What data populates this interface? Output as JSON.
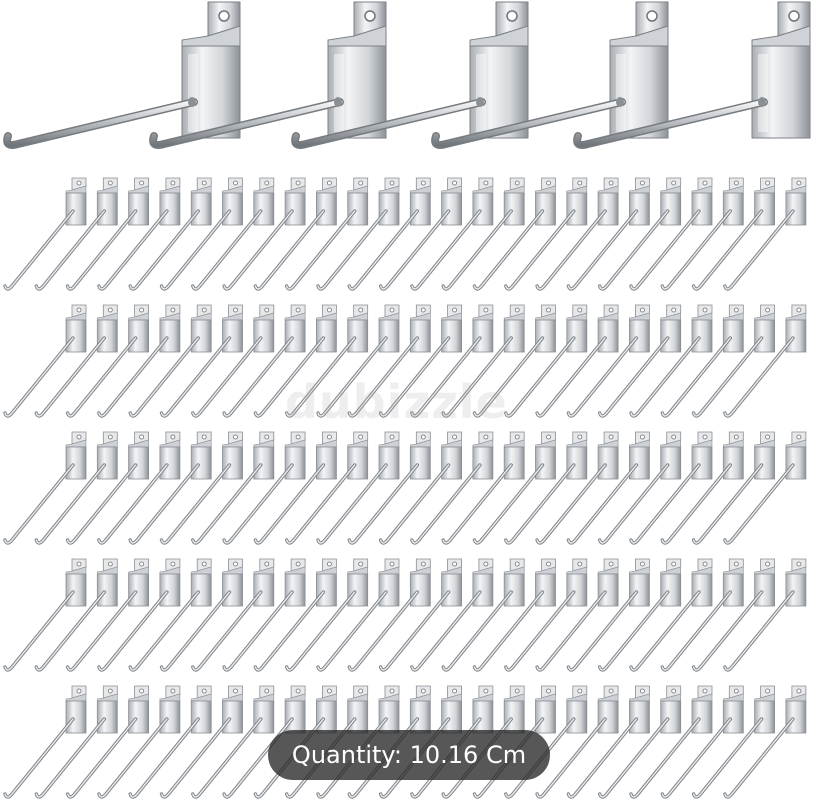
{
  "image": {
    "subject": "slatwall-hooks",
    "watermark_text": "dubizzle",
    "quantity_label": "Quantity: 10.16 Cm",
    "colors": {
      "background": "#ffffff",
      "metal_light": "#eef0f2",
      "metal_mid": "#b9bdc2",
      "metal_dark": "#6f7479",
      "pill_bg": "#282828",
      "pill_text": "#ffffff"
    }
  }
}
